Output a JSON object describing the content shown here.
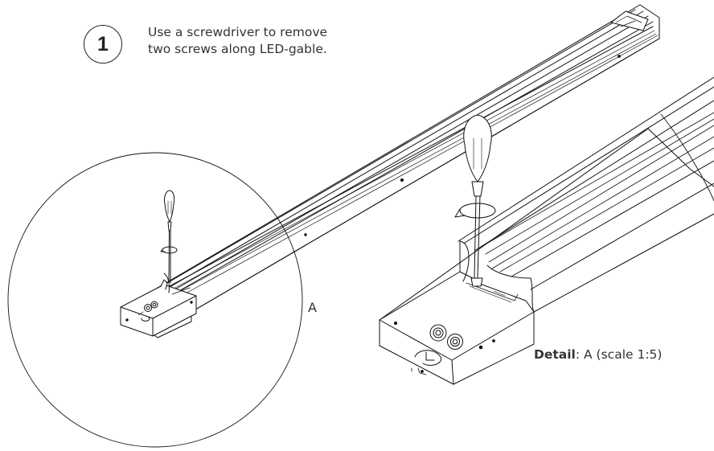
{
  "step": {
    "number": "1",
    "instruction_lines": [
      "Use a screwdriver to remove",
      "two screws along LED-gable."
    ]
  },
  "detail_marker": "A",
  "detail_caption": {
    "title": "Detail",
    "text": ": A (scale 1:5)"
  }
}
